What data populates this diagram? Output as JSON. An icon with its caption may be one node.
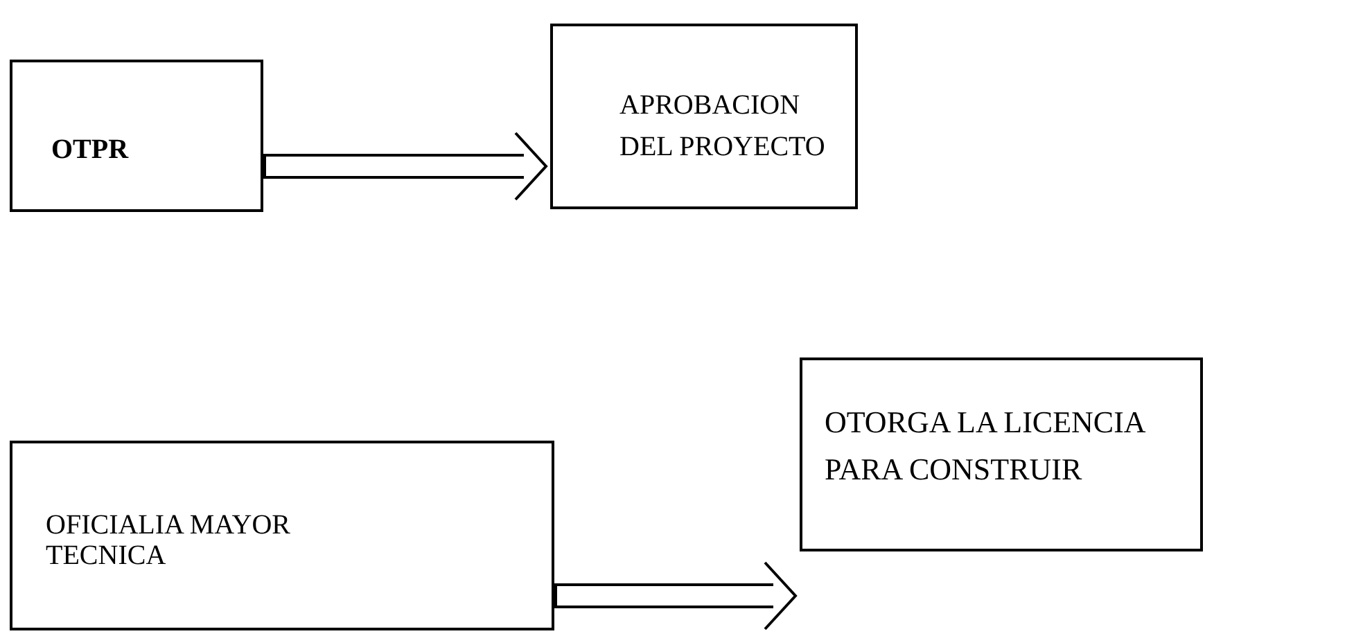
{
  "diagram": {
    "nodes": [
      {
        "text": [
          "OTPR"
        ]
      },
      {
        "text": [
          "APROBACION DEL PROYECTO"
        ]
      },
      {
        "text": [
          "OFICIALIA MAYOR TECNICA"
        ]
      },
      {
        "text": [
          "OTORGA LA LICENCIA PARA CONSTRUIR"
        ]
      }
    ],
    "edges": [
      {
        "from": 0,
        "to": 1,
        "arrow": "to"
      },
      {
        "from": 2,
        "to": 3,
        "arrow": "to"
      }
    ]
  }
}
